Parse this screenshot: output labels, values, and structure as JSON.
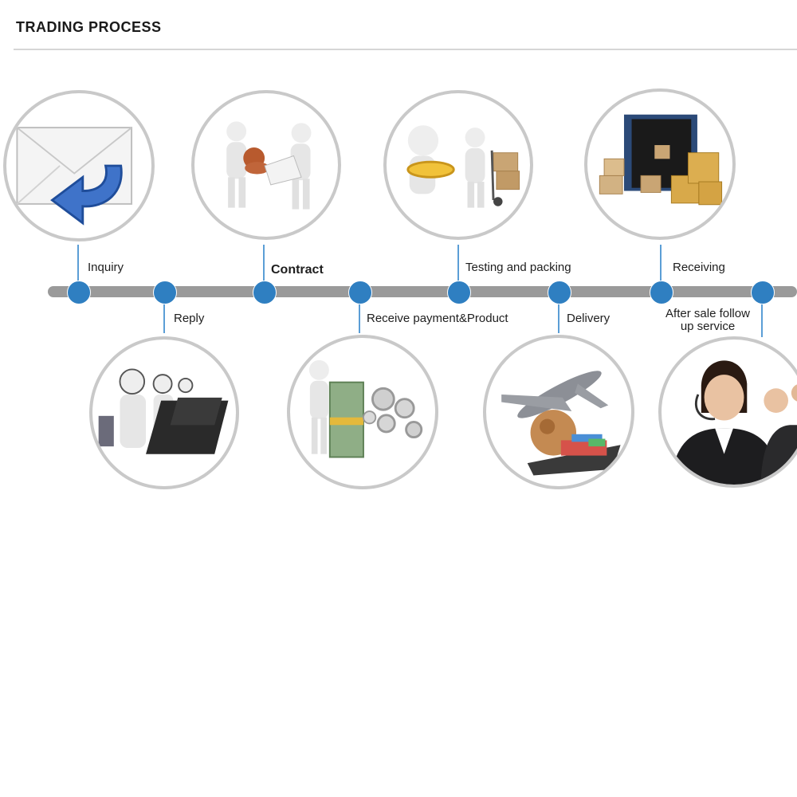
{
  "header": {
    "title": "TRADING  PROCESS"
  },
  "steps": {
    "inquiry": {
      "label": "Inquiry",
      "icon": "envelope-reply-icon"
    },
    "reply": {
      "label": "Reply",
      "icon": "call-center-computers-icon"
    },
    "contract": {
      "label": "Contract",
      "icon": "stamp-contract-icon"
    },
    "payment": {
      "label": "Receive payment&Product",
      "icon": "money-gears-icon"
    },
    "testing": {
      "label": "Testing and packing",
      "icon": "inspection-handtruck-icon"
    },
    "delivery": {
      "label": "Delivery",
      "icon": "plane-ship-globe-icon"
    },
    "receiving": {
      "label": "Receiving",
      "icon": "container-boxes-icon"
    },
    "after_sale": {
      "label_line1": "After sale follow",
      "label_line2": "up service",
      "icon": "support-agent-icon"
    }
  },
  "colors": {
    "node": "#2f7fc1",
    "stem": "#5b9ed6",
    "track": "#9a9a9a",
    "ring": "#c9c9c9"
  }
}
